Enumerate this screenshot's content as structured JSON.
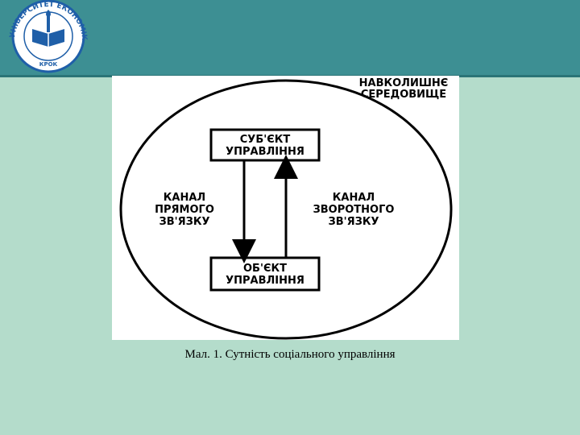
{
  "logo": {
    "ring_text": "УНІВЕРСИТЕТ ЕКОНОМІКИ ТА ПРАВА",
    "bottom_text": "КРОК"
  },
  "diagram": {
    "environment_label": [
      "НАВКОЛИШНЄ",
      "СЕРЕДОВИЩЕ"
    ],
    "subject_box": [
      "СУБ'ЄКТ",
      "УПРАВЛІННЯ"
    ],
    "object_box": [
      "ОБ'ЄКТ",
      "УПРАВЛІННЯ"
    ],
    "direct_channel": [
      "КАНАЛ",
      "ПРЯМОГО",
      "ЗВ'ЯЗКУ"
    ],
    "feedback_channel": [
      "КАНАЛ",
      "ЗВОРОТНОГО",
      "ЗВ'ЯЗКУ"
    ]
  },
  "caption": "Мал. 1. Сутність соціального управління",
  "colors": {
    "header": "#3d8f93",
    "background": "#b4dccb",
    "logo_blue": "#1f5fa8"
  }
}
